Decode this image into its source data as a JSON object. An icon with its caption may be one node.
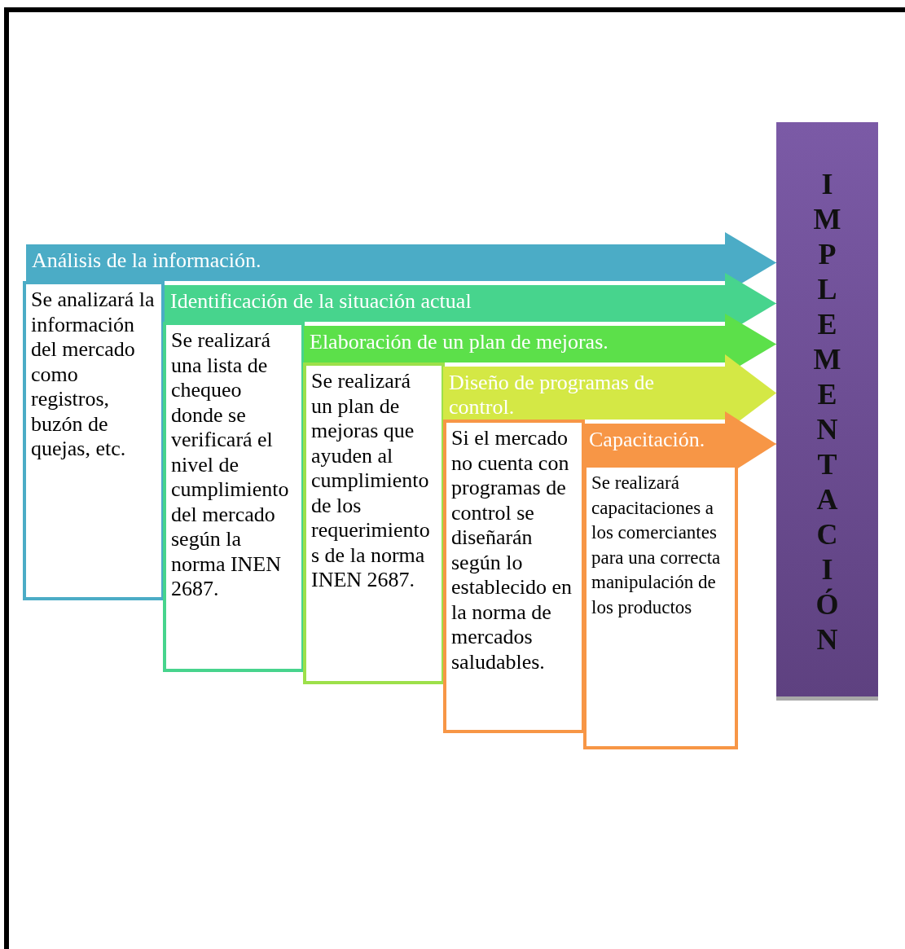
{
  "diagram": {
    "nodes": [
      {
        "text": [
          "Análisis de la información."
        ]
      },
      {
        "text": [
          "Se analizará la información del mercado como registros, buzón de quejas, etc."
        ]
      },
      {
        "text": [
          "Identificación de la situación actual"
        ]
      },
      {
        "text": [
          "Se realizará una lista de chequeo donde se verificará el nivel de cumplimiento del mercado según la norma INEN 2687."
        ]
      },
      {
        "text": [
          "Elaboración de un plan de mejoras."
        ]
      },
      {
        "text": [
          "Se realizará un plan de mejoras que ayuden al cumplimiento de los requerimientos de la norma INEN 2687."
        ]
      },
      {
        "text": [
          "Diseño de programas de control."
        ]
      },
      {
        "text": [
          "Si el mercado no cuenta con programas de control se diseñarán según lo establecido en la norma de mercados saludables."
        ]
      },
      {
        "text": [
          "Capacitación."
        ]
      },
      {
        "text": [
          "Se realizará capacitaciones a los comerciantes para una correcta manipulación de los productos"
        ]
      },
      {
        "text": [
          "IMPLEMENTACIÓN"
        ]
      }
    ],
    "edges": [
      {
        "from": 0,
        "to": 10,
        "arrow": "to",
        "color": "#4bacc6"
      },
      {
        "from": 2,
        "to": 10,
        "arrow": "to",
        "color": "#47d48d"
      },
      {
        "from": 4,
        "to": 10,
        "arrow": "to",
        "color": "#5ce04a"
      },
      {
        "from": 6,
        "to": 10,
        "arrow": "to",
        "color": "#d4e845"
      },
      {
        "from": 8,
        "to": 10,
        "arrow": "to",
        "color": "#f79646"
      }
    ]
  }
}
